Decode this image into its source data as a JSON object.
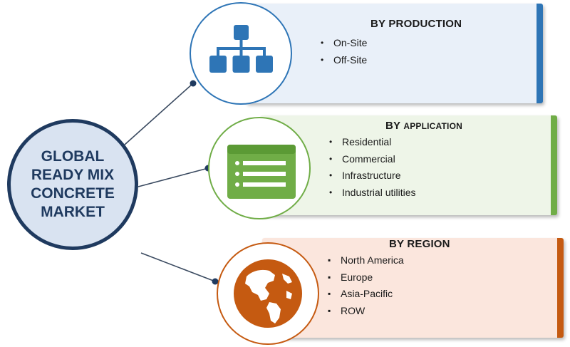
{
  "hub": {
    "title": "GLOBAL\nREADY MIX\nCONCRETE\nMARKET"
  },
  "segments": [
    {
      "title": "BY PRODUCTION",
      "items": [
        "On-Site",
        "Off-Site"
      ],
      "accent": "#2e75b6",
      "fill": "#e9f0f9",
      "icon": "hierarchy-icon"
    },
    {
      "title_main": "BY ",
      "title_small": "APPLICATION",
      "items": [
        "Residential",
        "Commercial",
        "Infrastructure",
        "Industrial utilities"
      ],
      "accent": "#70ad47",
      "fill": "#eef5e8",
      "icon": "list-icon"
    },
    {
      "title": "BY REGION",
      "items": [
        "North America",
        "Europe",
        "Asia-Pacific",
        "ROW"
      ],
      "accent": "#c55a11",
      "fill": "#fbe6dd",
      "icon": "globe-icon"
    }
  ]
}
